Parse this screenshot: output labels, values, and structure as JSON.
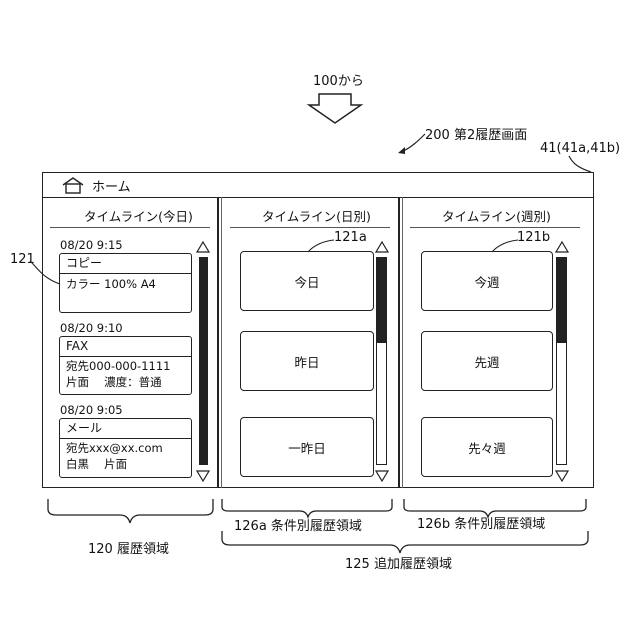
{
  "annotations": {
    "from_label": "100から",
    "screen_label": "200 第2履歴画面",
    "device_label": "41(41a,41b)",
    "ref_121": "121",
    "ref_121a": "121a",
    "ref_121b": "121b",
    "history_area": "120 履歴領域",
    "conditional_area": "126a 条件別履歴領域",
    "conditional_area_b": "126b 条件別履歴領域",
    "additional_area": "125 追加履歴領域"
  },
  "header": {
    "home_label": "ホーム",
    "home_icon": "home-icon"
  },
  "columns": [
    {
      "title": "タイムライン(今日)"
    },
    {
      "title": "タイムライン(日別)"
    },
    {
      "title": "タイムライン(週別)"
    }
  ],
  "timeline": [
    {
      "time": "08/20 9:15",
      "type": "コピー",
      "lines": [
        "カラー 100% A4"
      ]
    },
    {
      "time": "08/20 9:10",
      "type": "FAX",
      "lines": [
        "宛先000-000-1111",
        "片面　 濃度：普通"
      ]
    },
    {
      "time": "08/20 9:05",
      "type": "メール",
      "lines": [
        "宛先xxx@xx.com",
        "白黒　 片面"
      ]
    }
  ],
  "daily_buttons": [
    "今日",
    "昨日",
    "一昨日"
  ],
  "weekly_buttons": [
    "今週",
    "先週",
    "先々週"
  ]
}
